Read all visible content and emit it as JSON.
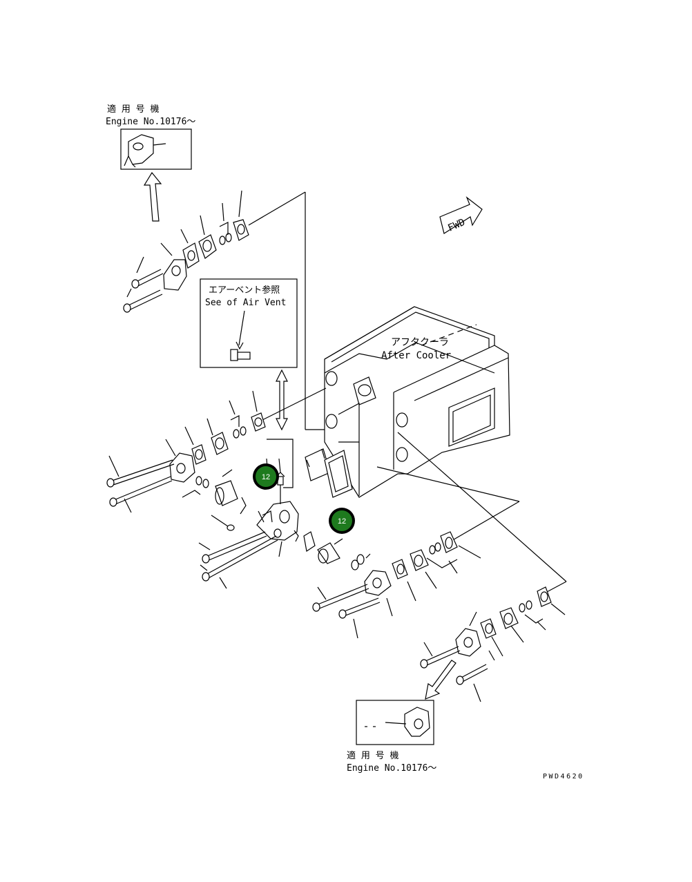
{
  "notes": {
    "top_jp": "適 用 号 機",
    "top_en": "Engine No.10176～",
    "bottom_jp": "適 用 号 機",
    "bottom_en": "Engine No.10176～"
  },
  "air_vent": {
    "jp": "エアーベント参照",
    "en": "See of Air Vent"
  },
  "after_cooler": {
    "jp": "アフタクーラ",
    "en": "After Cooler"
  },
  "fwd_label": "FWD",
  "drawing_number": "PWD4620",
  "callouts": [
    {
      "label": "12"
    },
    {
      "label": "12"
    }
  ],
  "colors": {
    "callout_fill": "#1e7a1e",
    "callout_ring": "#000000",
    "line": "#000000"
  }
}
